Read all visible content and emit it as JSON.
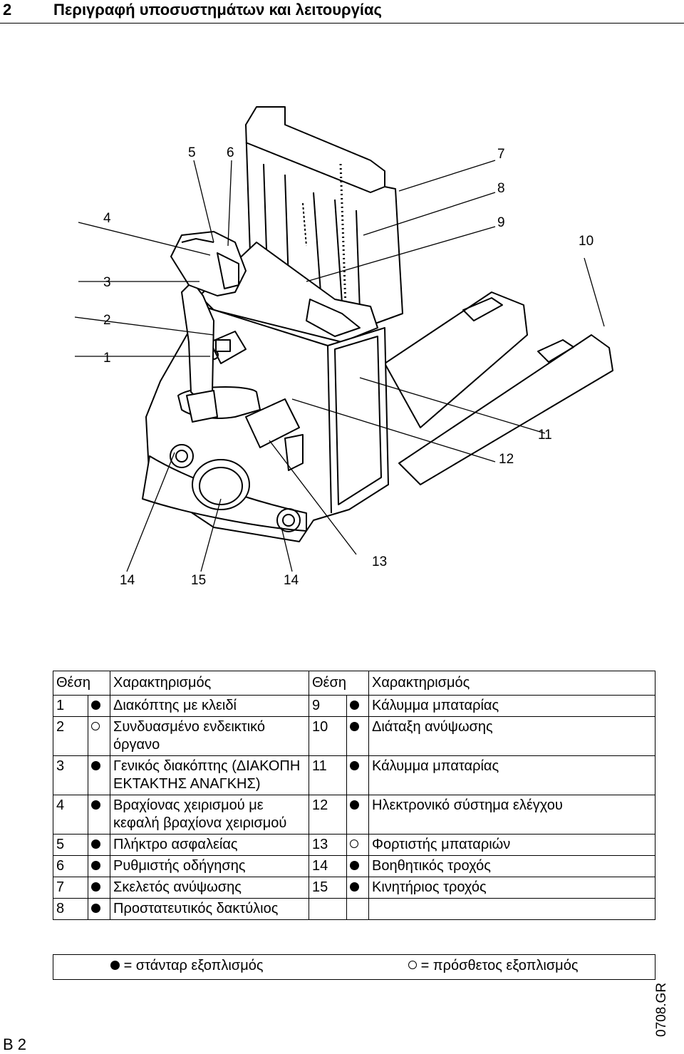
{
  "header": {
    "chapter_number": "2",
    "chapter_title": "Περιγραφή υποσυστημάτων και λειτουργίας"
  },
  "figure": {
    "callouts": [
      "1",
      "2",
      "3",
      "4",
      "5",
      "6",
      "7",
      "8",
      "9",
      "10",
      "11",
      "12",
      "13",
      "14",
      "15",
      "14"
    ]
  },
  "table": {
    "headers": {
      "position": "Θέση",
      "description": "Χαρακτηρισμός",
      "position2": "Θέση",
      "description2": "Χαρακτηρισμός"
    },
    "rows": [
      {
        "pos": "1",
        "type": "standard",
        "desc": "Διακόπτης με κλειδί",
        "pos2": "9",
        "type2": "standard",
        "desc2": "Κάλυμμα μπαταρίας"
      },
      {
        "pos": "2",
        "type": "optional",
        "desc": "Συνδυασμένο ενδεικτικό όργανο",
        "pos2": "10",
        "type2": "standard",
        "desc2": "Διάταξη ανύψωσης"
      },
      {
        "pos": "3",
        "type": "standard",
        "desc": "Γενικός διακόπτης (ΔΙΑΚΟΠΗ ΕΚΤΑΚΤΗΣ ΑΝΑΓΚΗΣ)",
        "pos2": "11",
        "type2": "standard",
        "desc2": "Κάλυμμα μπαταρίας"
      },
      {
        "pos": "4",
        "type": "standard",
        "desc": "Βραχίονας χειρισμού με κεφαλή βραχίονα χειρισμού",
        "pos2": "12",
        "type2": "standard",
        "desc2": "Ηλεκτρονικό σύστημα ελέγχου"
      },
      {
        "pos": "5",
        "type": "standard",
        "desc": "Πλήκτρο ασφαλείας",
        "pos2": "13",
        "type2": "optional",
        "desc2": "Φορτιστής μπαταριών"
      },
      {
        "pos": "6",
        "type": "standard",
        "desc": "Ρυθμιστής οδήγησης",
        "pos2": "14",
        "type2": "standard",
        "desc2": "Βοηθητικός τροχός"
      },
      {
        "pos": "7",
        "type": "standard",
        "desc": "Σκελετός ανύψωσης",
        "pos2": "15",
        "type2": "standard",
        "desc2": "Κινητήριος τροχός"
      },
      {
        "pos": "8",
        "type": "standard",
        "desc": "Προστατευτικός δακτύλιος",
        "pos2": "",
        "type2": "",
        "desc2": ""
      }
    ]
  },
  "legend": {
    "standard": "= στάνταρ εξοπλισμός",
    "optional": "= πρόσθετος εξοπλισμός"
  },
  "doc_id": "0708.GR",
  "page_number": "B 2"
}
